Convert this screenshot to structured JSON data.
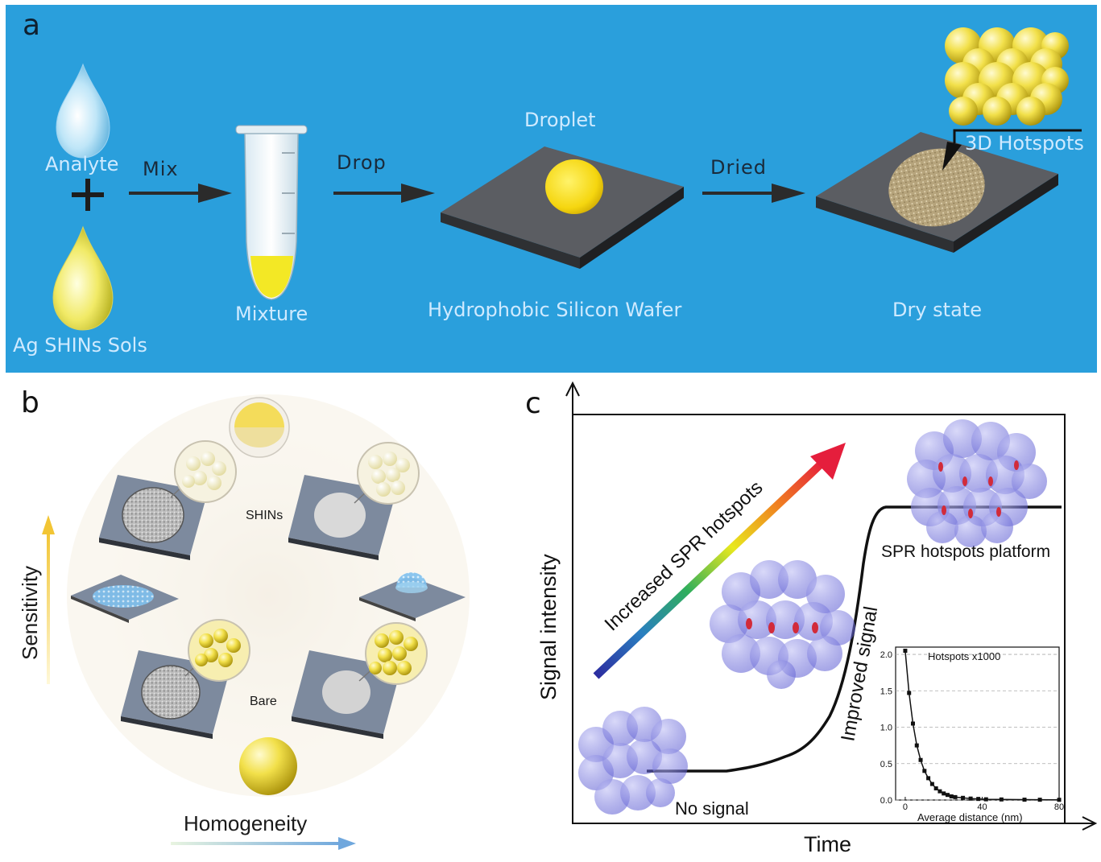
{
  "panel_a": {
    "letter": "a",
    "analyte": "Analyte",
    "ag_sols": "Ag SHINs Sols",
    "mix": "Mix",
    "mixture": "Mixture",
    "drop": "Drop",
    "droplet": "Droplet",
    "wafer": "Hydrophobic Silicon Wafer",
    "dried": "Dried",
    "hotspots": "3D Hotspots",
    "dry_state": "Dry state",
    "bg_color": "#2a9fdc"
  },
  "panel_b": {
    "letter": "b",
    "shins": "SHINs",
    "bare": "Bare",
    "sensitivity": "Sensitivity",
    "homogeneity": "Homogeneity"
  },
  "panel_c": {
    "letter": "c",
    "y_axis": "Signal intensity",
    "x_axis": "Time",
    "arrow_text": "Increased SPR hotspots",
    "platform": "SPR hotspots platform",
    "improved": "Improved signal",
    "no_signal": "No signal"
  },
  "chart_data": {
    "type": "line",
    "title": "Hotspots x1000",
    "xlabel": "Average distance (nm)",
    "ylabel": "",
    "x_ticks": [
      "0",
      "40",
      "80"
    ],
    "y_ticks": [
      "0.0",
      "0.5",
      "1.0",
      "1.5",
      "2.0"
    ],
    "xlim": [
      -5,
      80
    ],
    "ylim": [
      0,
      2.1
    ],
    "grid": "horizontal dashed",
    "series": [
      {
        "name": "Hotspots x1000",
        "x": [
          0,
          2,
          4,
          6,
          8,
          10,
          12,
          14,
          16,
          18,
          20,
          22,
          24,
          26,
          30,
          34,
          38,
          42,
          50,
          62,
          70,
          80
        ],
        "y": [
          2.05,
          1.47,
          1.05,
          0.75,
          0.55,
          0.4,
          0.3,
          0.22,
          0.16,
          0.12,
          0.09,
          0.07,
          0.05,
          0.04,
          0.03,
          0.02,
          0.015,
          0.01,
          0.008,
          0.005,
          0.004,
          0.003
        ]
      }
    ]
  }
}
